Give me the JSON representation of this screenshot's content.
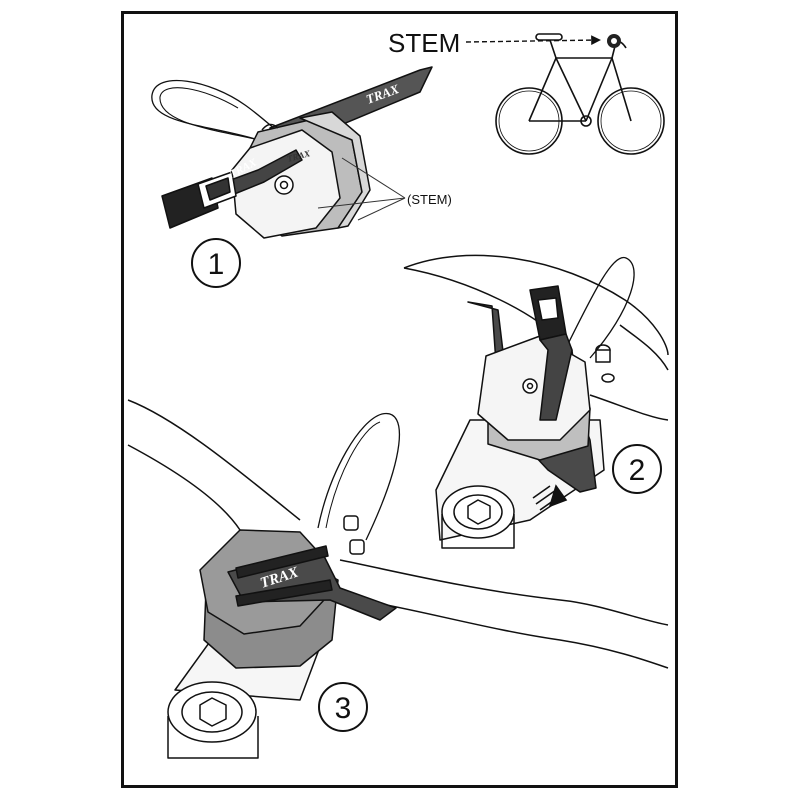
{
  "labels": {
    "stem_top": "STEM",
    "stem_callout": "(STEM)"
  },
  "steps": [
    "1",
    "2",
    "3"
  ],
  "brand": "TRAX",
  "colors": {
    "outline": "#111111",
    "strap": "#4a4a4a",
    "mount_light": "#f2f2f2",
    "mount_shadow": "#b8b8b8",
    "mount_gray": "#8c8c8c",
    "buckle": "#222222"
  },
  "icons": [
    "bicycle-icon",
    "seatpost-mount-icon",
    "hand-pull-arrow-icon"
  ]
}
